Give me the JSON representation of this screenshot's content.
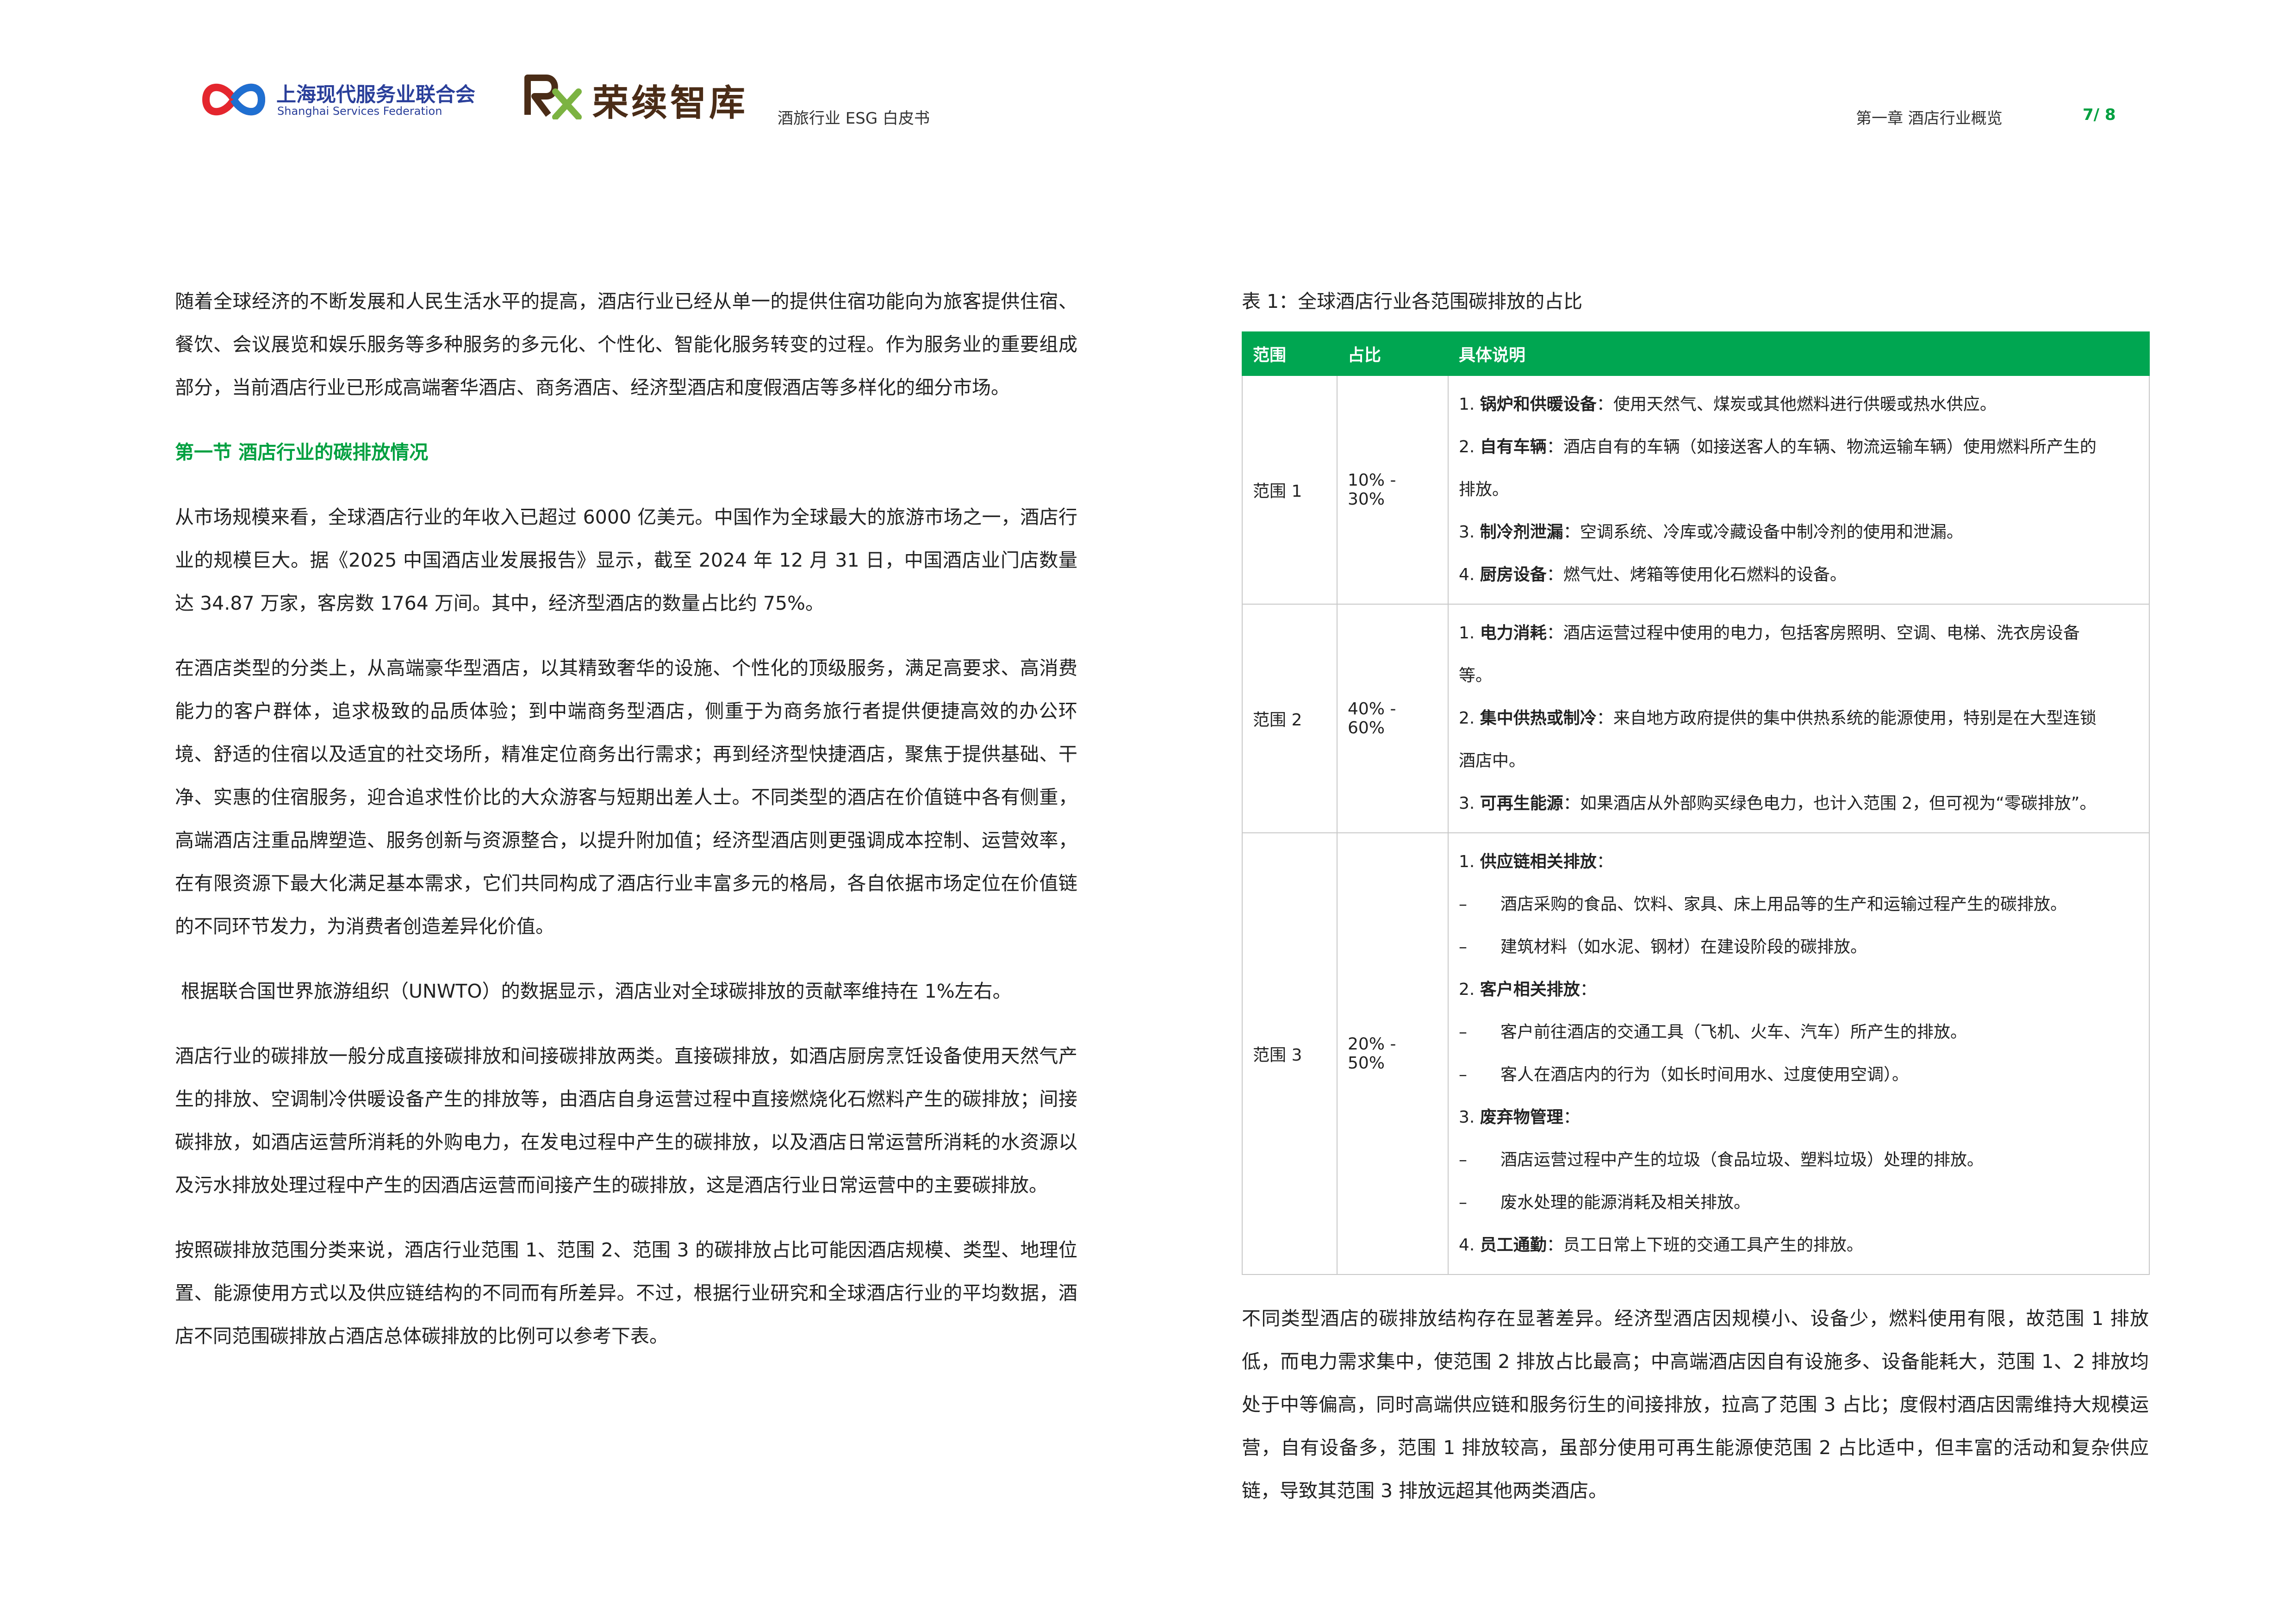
{
  "header": {
    "logo1_cn": "上海现代服务业联合会",
    "logo1_en": "Shanghai Services Federation",
    "logo2_cn": "荣续智库",
    "doc_title": "酒旅行业 ESG 白皮书",
    "chapter": "第一章  酒店行业概览",
    "page": "7/ 8"
  },
  "left": {
    "p1": "随着全球经济的不断发展和人民生活水平的提高，酒店行业已经从单一的提供住宿功能向为旅客提供住宿、餐饮、会议展览和娱乐服务等多种服务的多元化、个性化、智能化服务转变的过程。作为服务业的重要组成部分，当前酒店行业已形成高端奢华酒店、商务酒店、经济型酒店和度假酒店等多样化的细分市场。",
    "section": "第一节  酒店行业的碳排放情况",
    "p2": "从市场规模来看，全球酒店行业的年收入已超过 6000 亿美元。中国作为全球最大的旅游市场之一，酒店行业的规模巨大。据《2025 中国酒店业发展报告》显示，截至 2024 年 12 月 31 日，中国酒店业门店数量达 34.87 万家，客房数 1764 万间。其中，经济型酒店的数量占比约 75%。",
    "p3": "在酒店类型的分类上，从高端豪华型酒店，以其精致奢华的设施、个性化的顶级服务，满足高要求、高消费能力的客户群体，追求极致的品质体验；到中端商务型酒店，侧重于为商务旅行者提供便捷高效的办公环境、舒适的住宿以及适宜的社交场所，精准定位商务出行需求；再到经济型快捷酒店，聚焦于提供基础、干净、实惠的住宿服务，迎合追求性价比的大众游客与短期出差人士。不同类型的酒店在价值链中各有侧重，高端酒店注重品牌塑造、服务创新与资源整合，以提升附加值；经济型酒店则更强调成本控制、运营效率，在有限资源下最大化满足基本需求，它们共同构成了酒店行业丰富多元的格局，各自依据市场定位在价值链的不同环节发力，为消费者创造差异化价值。",
    "p4": " 根据联合国世界旅游组织（UNWTO）的数据显示，酒店业对全球碳排放的贡献率维持在 1%左右。",
    "p5": "酒店行业的碳排放一般分成直接碳排放和间接碳排放两类。直接碳排放，如酒店厨房烹饪设备使用天然气产生的排放、空调制冷供暖设备产生的排放等，由酒店自身运营过程中直接燃烧化石燃料产生的碳排放；间接碳排放，如酒店运营所消耗的外购电力，在发电过程中产生的碳排放，以及酒店日常运营所消耗的水资源以及污水排放处理过程中产生的因酒店运营而间接产生的碳排放，这是酒店行业日常运营中的主要碳排放。",
    "p6": "按照碳排放范围分类来说，酒店行业范围 1、范围 2、范围 3 的碳排放占比可能因酒店规模、类型、地理位置、能源使用方式以及供应链结构的不同而有所差异。不过，根据行业研究和全球酒店行业的平均数据，酒店不同范围碳排放占酒店总体碳排放的比例可以参考下表。"
  },
  "table": {
    "caption": "表 1：全球酒店行业各范围碳排放的占比",
    "headers": [
      "范围",
      "占比",
      "具体说明"
    ],
    "rows": [
      {
        "scope": "范围 1",
        "share": "10% - 30%",
        "items": [
          {
            "num": "1. ",
            "bold": "锅炉和供暖设备",
            "text": "：使用天然气、煤炭或其他燃料进行供暖或热水供应。"
          },
          {
            "num": "2. ",
            "bold": "自有车辆",
            "text": "：酒店自有的车辆（如接送客人的车辆、物流运输车辆）使用燃料所产生的"
          },
          {
            "num": "",
            "bold": "",
            "text": "排放。"
          },
          {
            "num": "3. ",
            "bold": "制冷剂泄漏",
            "text": "：空调系统、冷库或冷藏设备中制冷剂的使用和泄漏。"
          },
          {
            "num": "4. ",
            "bold": "厨房设备",
            "text": "：燃气灶、烤箱等使用化石燃料的设备。"
          }
        ]
      },
      {
        "scope": "范围 2",
        "share": "40% - 60%",
        "items": [
          {
            "num": "1. ",
            "bold": "电力消耗",
            "text": "：酒店运营过程中使用的电力，包括客房照明、空调、电梯、洗衣房设备"
          },
          {
            "num": "",
            "bold": "",
            "text": "等。"
          },
          {
            "num": "2. ",
            "bold": "集中供热或制冷",
            "text": "：来自地方政府提供的集中供热系统的能源使用，特别是在大型连锁"
          },
          {
            "num": "",
            "bold": "",
            "text": "酒店中。"
          },
          {
            "num": "3. ",
            "bold": "可再生能源",
            "text": "：如果酒店从外部购买绿色电力，也计入范围 2，但可视为“零碳排放”。"
          }
        ]
      },
      {
        "scope": "范围 3",
        "share": "20% - 50%",
        "items": [
          {
            "num": "1. ",
            "bold": "供应链相关排放",
            "text": "："
          },
          {
            "sub": "酒店采购的食品、饮料、家具、床上用品等的生产和运输过程产生的碳排放。"
          },
          {
            "sub": "建筑材料（如水泥、钢材）在建设阶段的碳排放。"
          },
          {
            "num": "2. ",
            "bold": "客户相关排放",
            "text": "："
          },
          {
            "sub": "客户前往酒店的交通工具（飞机、火车、汽车）所产生的排放。"
          },
          {
            "sub": "客人在酒店内的行为（如长时间用水、过度使用空调）。"
          },
          {
            "num": "3. ",
            "bold": "废弃物管理",
            "text": "："
          },
          {
            "sub": "酒店运营过程中产生的垃圾（食品垃圾、塑料垃圾）处理的排放。"
          },
          {
            "sub": "废水处理的能源消耗及相关排放。"
          },
          {
            "num": "4. ",
            "bold": "员工通勤",
            "text": "：员工日常上下班的交通工具产生的排放。"
          }
        ]
      }
    ]
  },
  "right": {
    "after": "不同类型酒店的碳排放结构存在显著差异。经济型酒店因规模小、设备少，燃料使用有限，故范围 1 排放低，而电力需求集中，使范围 2 排放占比最高；中高端酒店因自有设施多、设备能耗大，范围 1、2 排放均处于中等偏高，同时高端供应链和服务衍生的间接排放，拉高了范围 3 占比；度假村酒店因需维持大规模运营，自有设备多，范围 1 排放较高，虽部分使用可再生能源使范围 2 占比适中，但丰富的活动和复杂供应链，导致其范围 3 排放远超其他两类酒店。"
  },
  "colors": {
    "accent": "#00a651",
    "logo_blue": "#2a3f9a",
    "logo_brown": "#4a2c17"
  }
}
